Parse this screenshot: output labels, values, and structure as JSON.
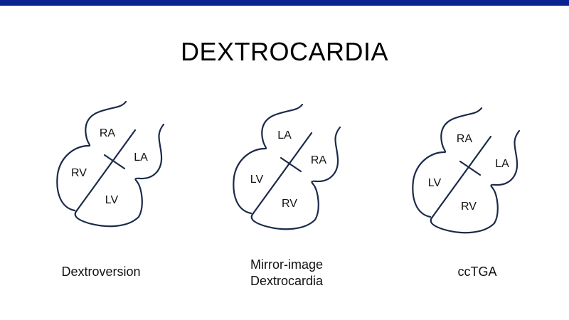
{
  "title": "DEXTROCARDIA",
  "colors": {
    "bar": "#0b2390",
    "outline": "#1b2a4a"
  },
  "diagrams": [
    {
      "caption": "Dextroversion",
      "ra_pos": "RA",
      "la_pos": "LA",
      "left_v": "RV",
      "right_v": "LV"
    },
    {
      "caption": "Mirror-image Dextrocardia",
      "ra_pos": "LA",
      "la_pos": "RA",
      "left_v": "LV",
      "right_v": "RV"
    },
    {
      "caption": "ccTGA",
      "ra_pos": "RA",
      "la_pos": "LA",
      "left_v": "LV",
      "right_v": "RV"
    }
  ]
}
